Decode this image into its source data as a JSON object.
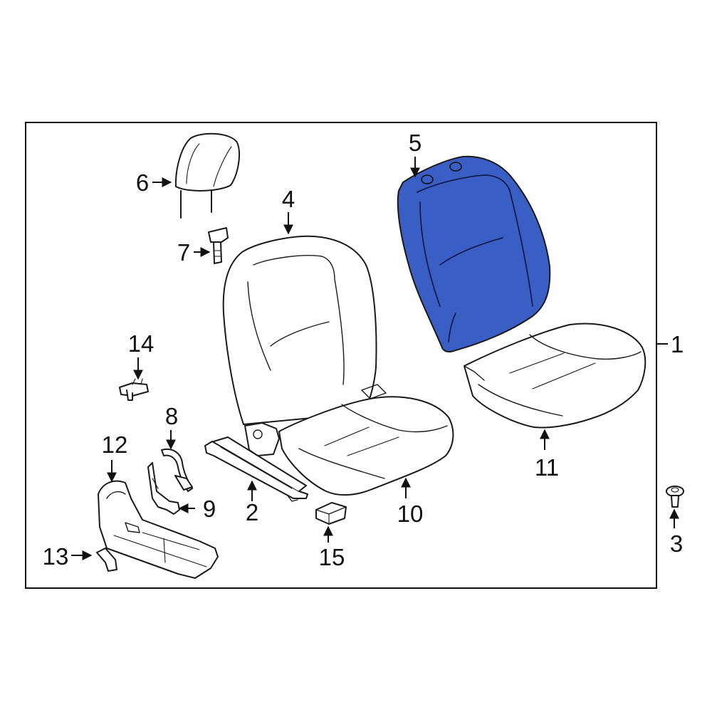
{
  "diagram": {
    "highlight_color": "#3a5fc4",
    "callouts": [
      {
        "id": "1",
        "label": "1"
      },
      {
        "id": "2",
        "label": "2"
      },
      {
        "id": "3",
        "label": "3"
      },
      {
        "id": "4",
        "label": "4"
      },
      {
        "id": "5",
        "label": "5"
      },
      {
        "id": "6",
        "label": "6"
      },
      {
        "id": "7",
        "label": "7"
      },
      {
        "id": "8",
        "label": "8"
      },
      {
        "id": "9",
        "label": "9"
      },
      {
        "id": "10",
        "label": "10"
      },
      {
        "id": "11",
        "label": "11"
      },
      {
        "id": "12",
        "label": "12"
      },
      {
        "id": "13",
        "label": "13"
      },
      {
        "id": "14",
        "label": "14"
      },
      {
        "id": "15",
        "label": "15"
      }
    ]
  }
}
